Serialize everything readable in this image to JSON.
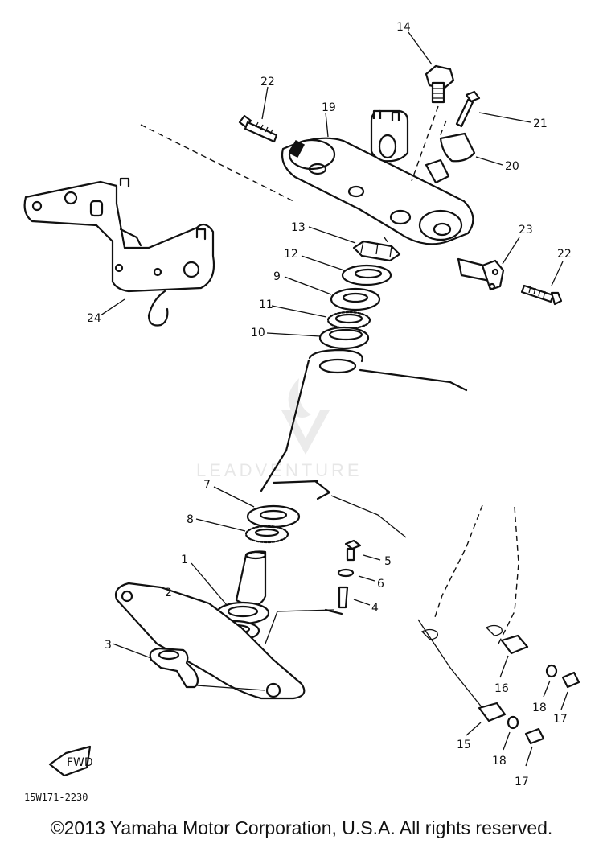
{
  "diagram": {
    "callouts": [
      "14",
      "22",
      "19",
      "21",
      "20",
      "13",
      "23",
      "22",
      "12",
      "9",
      "11",
      "10",
      "24",
      "7",
      "8",
      "5",
      "6",
      "4",
      "1",
      "2",
      "3",
      "16",
      "18",
      "17",
      "15",
      "18",
      "17"
    ],
    "drawing_code": "15W171-2230",
    "fwd_label": "FWD"
  },
  "watermark": {
    "brand": "LEADVENTURE"
  },
  "footer": {
    "copyright": "©2013 Yamaha Motor Corporation, U.S.A. All rights reserved."
  }
}
